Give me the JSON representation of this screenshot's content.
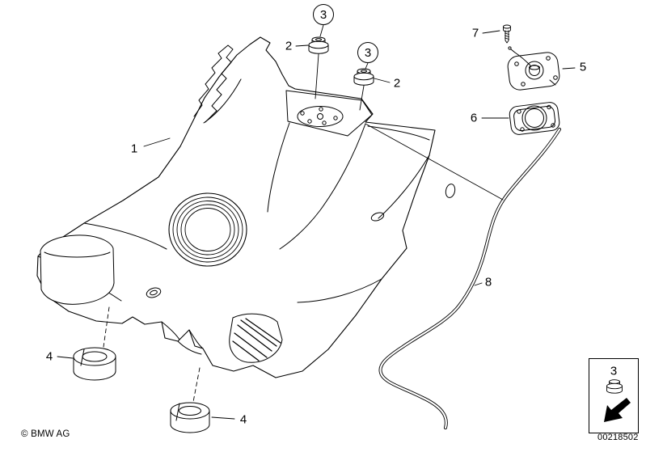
{
  "colors": {
    "ink": "#000000",
    "background": "#ffffff"
  },
  "callouts": {
    "item1": "1",
    "item2_upper": "2",
    "item2_lower": "2",
    "item3_upper": "3",
    "item3_lower": "3",
    "item4_left": "4",
    "item4_right": "4",
    "item5": "5",
    "item6": "6",
    "item7": "7",
    "item8": "8"
  },
  "legend": {
    "item": "3"
  },
  "footer": {
    "copyright": "© BMW AG",
    "document_number": "00218502"
  }
}
